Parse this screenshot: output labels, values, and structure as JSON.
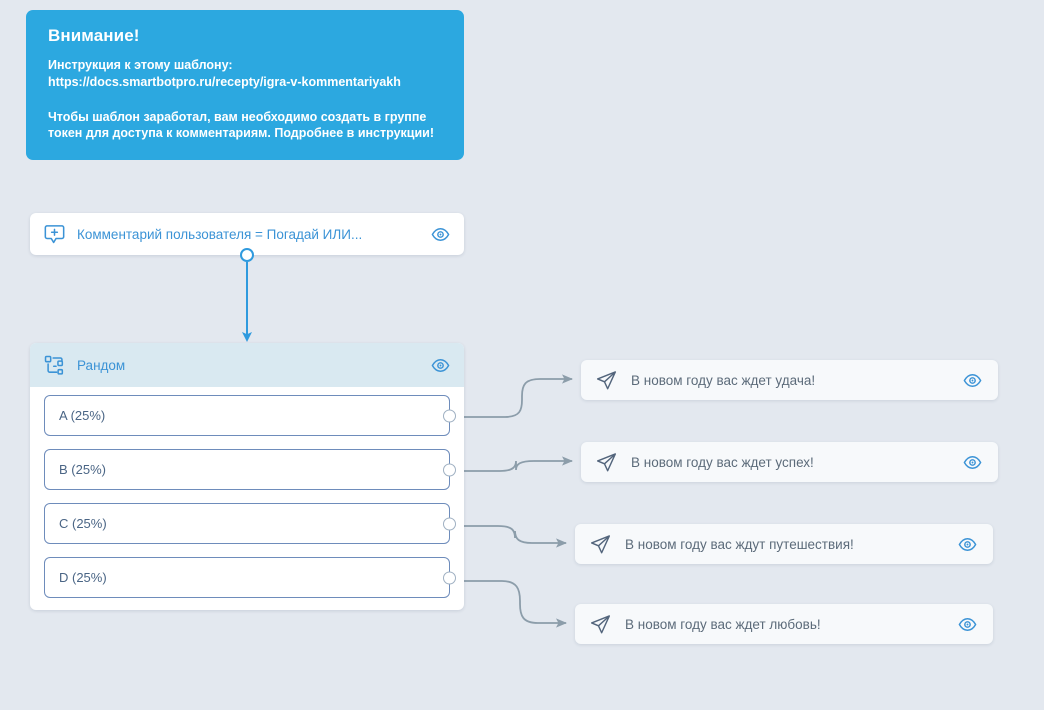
{
  "canvas": {
    "background_color": "#e3e8ef"
  },
  "notice": {
    "name": "warning-banner",
    "title": "Внимание!",
    "paragraphs": [
      "Инструкция к этому шаблону: https://docs.smartbotpro.ru/recepty/igra-v-kommentariyakh",
      "Чтобы шаблон заработал, вам необходимо создать в группе токен для доступа к комментариям. Подробнее в инструкции!"
    ],
    "background_color": "#2ca8e0",
    "text_color": "#ffffff"
  },
  "nodes": {
    "trigger": {
      "icon": "comment-plus-icon",
      "label": "Комментарий пользователя = Погадай ИЛИ...",
      "eye_icon": "eye-icon",
      "accent_color": "#3b93d6"
    },
    "random": {
      "icon": "random-shuffle-icon",
      "label": "Рандом",
      "eye_icon": "eye-icon",
      "header_color": "#d9e9f1",
      "accent_color": "#3b93d6",
      "branches": [
        {
          "label": "A (25%)"
        },
        {
          "label": "B (25%)"
        },
        {
          "label": "C (25%)"
        },
        {
          "label": "D (25%)"
        }
      ]
    },
    "messages": [
      {
        "icon": "send-plane-icon",
        "label": "В новом году вас ждет удача!",
        "eye_icon": "eye-icon"
      },
      {
        "icon": "send-plane-icon",
        "label": "В новом году вас ждет успех!",
        "eye_icon": "eye-icon"
      },
      {
        "icon": "send-plane-icon",
        "label": "В новом году вас ждут путешествия!",
        "eye_icon": "eye-icon"
      },
      {
        "icon": "send-plane-icon",
        "label": "В новом году вас ждет любовь!",
        "eye_icon": "eye-icon"
      }
    ]
  },
  "connectors": {
    "trigger_to_random": {
      "color": "#2f9ade",
      "style": "straight-arrow-down"
    },
    "branch_to_message": {
      "color": "#8c9daa",
      "style": "s-curve-arrow-right",
      "count": 4
    }
  }
}
